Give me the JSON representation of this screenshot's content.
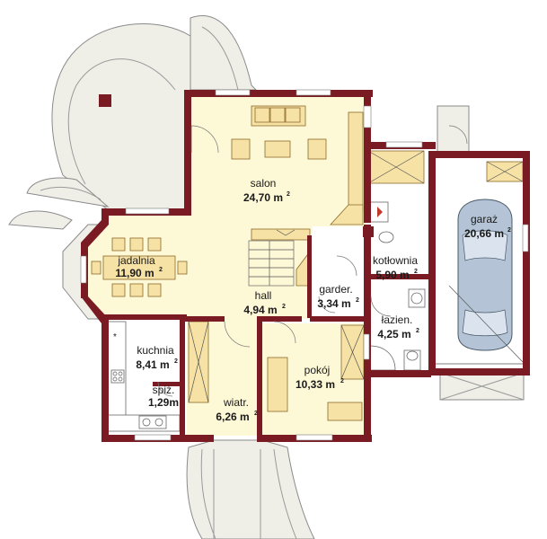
{
  "colors": {
    "wall": "#7a1a22",
    "floor_living": "#fdf8d6",
    "floor_service": "#ffffff",
    "terrace": "#efefe8",
    "furniture": "#f7e2a6",
    "car": "#b4c4d6"
  },
  "rooms": [
    {
      "id": "salon",
      "name": "salon",
      "area": "24,70 m"
    },
    {
      "id": "jadalnia",
      "name": "jadalnia",
      "area": "11,90 m"
    },
    {
      "id": "kuchnia",
      "name": "kuchnia",
      "area": "8,41 m"
    },
    {
      "id": "spiz",
      "name": "spiż.",
      "area": "1,29m"
    },
    {
      "id": "wiatr",
      "name": "wiatr.",
      "area": "6,26 m"
    },
    {
      "id": "hall",
      "name": "hall",
      "area": "4,94 m"
    },
    {
      "id": "garder",
      "name": "garder.",
      "area": "3,34 m"
    },
    {
      "id": "kotlownia",
      "name": "kotłownia",
      "area": "5,90 m"
    },
    {
      "id": "lazien",
      "name": "łazien.",
      "area": "4,25 m"
    },
    {
      "id": "pokoj",
      "name": "pokój",
      "area": "10,33 m"
    },
    {
      "id": "garaz",
      "name": "garaż",
      "area": "20,66 m"
    }
  ],
  "unit_exponent": "2"
}
